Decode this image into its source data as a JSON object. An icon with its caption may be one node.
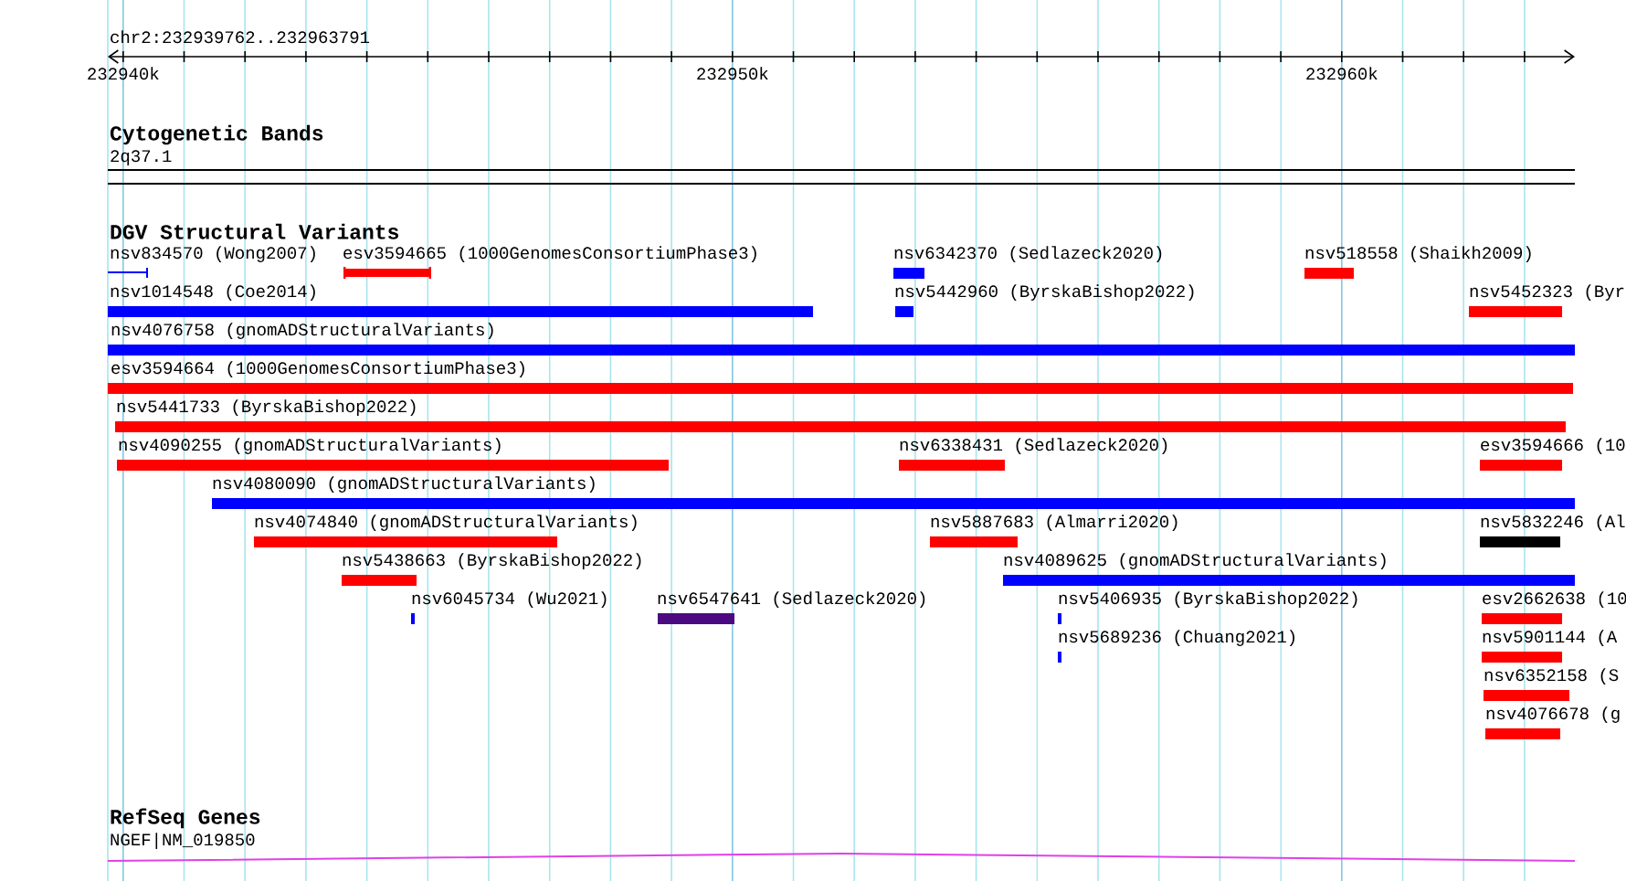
{
  "diagram": {
    "nodes": [
      {
        "text": [
          "2q37.1"
        ]
      },
      {
        "text": [
          "nsv834570 (Wong2007)"
        ]
      },
      {
        "text": [
          "esv3594665 (1000GenomesConsortiumPhase3)"
        ]
      },
      {
        "text": [
          "nsv6342370 (Sedlazeck2020)"
        ]
      },
      {
        "text": [
          "nsv518558 (Shaikh2009)"
        ]
      },
      {
        "text": [
          "nsv1014548 (Coe2014)"
        ]
      },
      {
        "text": [
          "nsv5442960 (ByrskaBishop2022)"
        ]
      },
      {
        "text": [
          "nsv5452323 (Byr"
        ]
      },
      {
        "text": [
          "nsv4076758 (gnomADStructuralVariants)"
        ]
      },
      {
        "text": [
          "esv3594664 (1000GenomesConsortiumPhase3)"
        ]
      },
      {
        "text": [
          "nsv5441733 (ByrskaBishop2022)"
        ]
      },
      {
        "text": [
          "nsv4090255 (gnomADStructuralVariants)"
        ]
      },
      {
        "text": [
          "nsv6338431 (Sedlazeck2020)"
        ]
      },
      {
        "text": [
          "esv3594666 (10"
        ]
      },
      {
        "text": [
          "nsv4080090 (gnomADStructuralVariants)"
        ]
      },
      {
        "text": [
          "nsv4074840 (gnomADStructuralVariants)"
        ]
      },
      {
        "text": [
          "nsv5887683 (Almarri2020)"
        ]
      },
      {
        "text": [
          "nsv5832246 (Al"
        ]
      },
      {
        "text": [
          "nsv5438663 (ByrskaBishop2022)"
        ]
      },
      {
        "text": [
          "nsv4089625 (gnomADStructuralVariants)"
        ]
      },
      {
        "text": [
          "nsv6045734 (Wu2021)"
        ]
      },
      {
        "text": [
          "nsv6547641 (Sedlazeck2020)"
        ]
      },
      {
        "text": [
          "nsv5406935 (ByrskaBishop2022)"
        ]
      },
      {
        "text": [
          "esv2662638 (10"
        ]
      },
      {
        "text": [
          "nsv5689236 (Chuang2021)"
        ]
      },
      {
        "text": [
          "nsv5901144 (A"
        ]
      },
      {
        "text": [
          "nsv6352158 (S"
        ]
      },
      {
        "text": [
          "nsv4076678 (g"
        ]
      },
      {
        "text": [
          "NGEF|NM_019850"
        ]
      }
    ],
    "labels": [
      "chr2:232939762..232963791",
      "232940k",
      "232950k",
      "232960k",
      "Cytogenetic Bands",
      "DGV Structural Variants",
      "RefSeq Genes"
    ]
  }
}
